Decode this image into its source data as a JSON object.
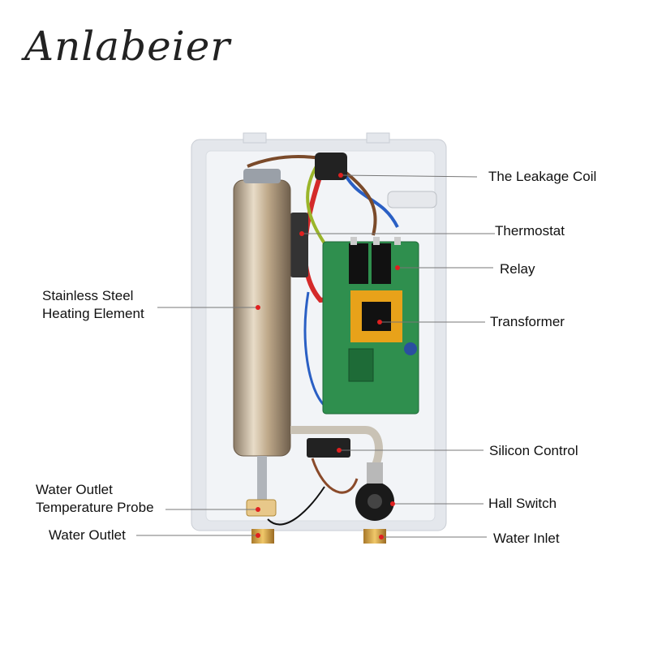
{
  "brand": {
    "logo_text": "Anlabeier"
  },
  "labels": {
    "leakage_coil": "The Leakage Coil",
    "thermostat": "Thermostat",
    "relay": "Relay",
    "transformer": "Transformer",
    "heating_element_line1": "Stainless Steel",
    "heating_element_line2": "Heating Element",
    "silicon_control": "Silicon Control",
    "probe_line1": "Water Outlet",
    "probe_line2": "Temperature Probe",
    "hall_switch": "Hall Switch",
    "water_outlet": "Water Outlet",
    "water_inlet": "Water Inlet"
  },
  "colors": {
    "housing": "#eef0f4",
    "pcb": "#2f8f4e",
    "relay": "#111111",
    "heater": "#b9a88e",
    "brass": "#c99a3a",
    "leader_dot": "#e02020"
  }
}
